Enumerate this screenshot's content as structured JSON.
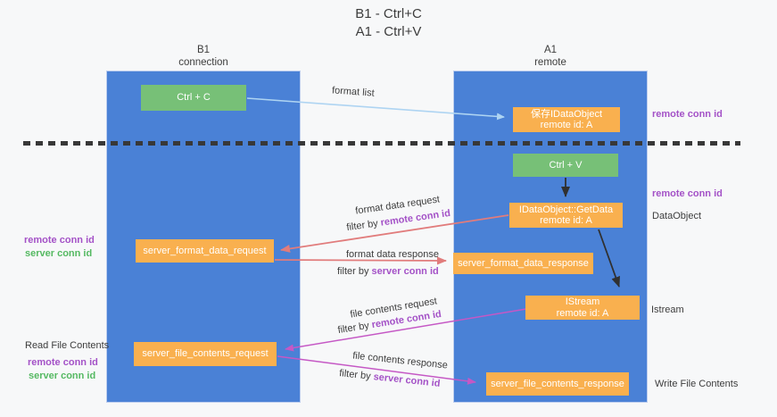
{
  "title": {
    "line1": "B1 - Ctrl+C",
    "line2": "A1 - Ctrl+V"
  },
  "lanes": {
    "left": {
      "title": "B1",
      "subtitle": "connection"
    },
    "right": {
      "title": "A1",
      "subtitle": "remote"
    }
  },
  "boxes": {
    "ctrl_c": {
      "label": "Ctrl + C"
    },
    "ctrl_v": {
      "label": "Ctrl + V"
    },
    "save_idataobject": {
      "line1": "保存IDataObject",
      "line2": "remote id: A"
    },
    "idataobject_getdata": {
      "line1": "IDataObject::GetData",
      "line2": "remote id: A"
    },
    "istream": {
      "line1": "IStream",
      "line2": "remote id: A"
    },
    "server_format_data_request": {
      "label": "server_format_data_request"
    },
    "server_format_data_response": {
      "label": "server_format_data_response"
    },
    "server_file_contents_request": {
      "label": "server_file_contents_request"
    },
    "server_file_contents_response": {
      "label": "server_file_contents_response"
    }
  },
  "flow_labels": {
    "format_list": "format list",
    "format_data_request": "format data request",
    "format_data_response": "format data response",
    "file_contents_request": "file contents request",
    "file_contents_response": "file contents response",
    "filter_by": "filter by",
    "remote_conn_id": "remote conn id",
    "server_conn_id": "server conn id"
  },
  "annotations": {
    "right_remote_conn_top": "remote conn id",
    "right_remote_conn_mid": "remote conn id",
    "right_dataobject": "DataObject",
    "right_istream": "Istream",
    "right_write_file_contents": "Write File Contents",
    "left_remote_conn_mid": "remote conn id",
    "left_server_conn_mid": "server conn id",
    "left_read_file_contents": "Read File Contents",
    "left_remote_conn_bottom": "remote conn id",
    "left_server_conn_bottom": "server conn id"
  },
  "colors": {
    "lane_blue": "#4a81d6",
    "box_green": "#77c077",
    "box_orange": "#f9b04f",
    "arrow_salmon": "#e17c7c",
    "arrow_magenta": "#c558c5",
    "arrow_light_blue": "#aed4f2",
    "arrow_black": "#303030",
    "label_purple": "#a452c7",
    "label_green": "#55b962",
    "background": "#f7f8f9"
  }
}
